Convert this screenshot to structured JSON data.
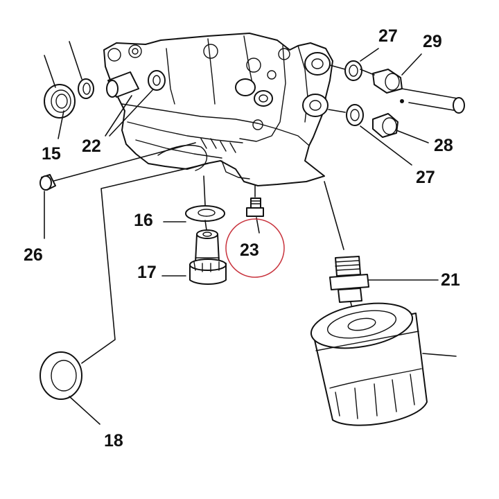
{
  "callouts": {
    "c15": "15",
    "c16": "16",
    "c17": "17",
    "c18": "18",
    "c21": "21",
    "c22": "22",
    "c23": "23",
    "c26": "26",
    "c27": "27",
    "c28": "28",
    "c29": "29",
    "c27top": "27"
  },
  "highlight": {
    "target": "23",
    "color": "#c8323c"
  }
}
